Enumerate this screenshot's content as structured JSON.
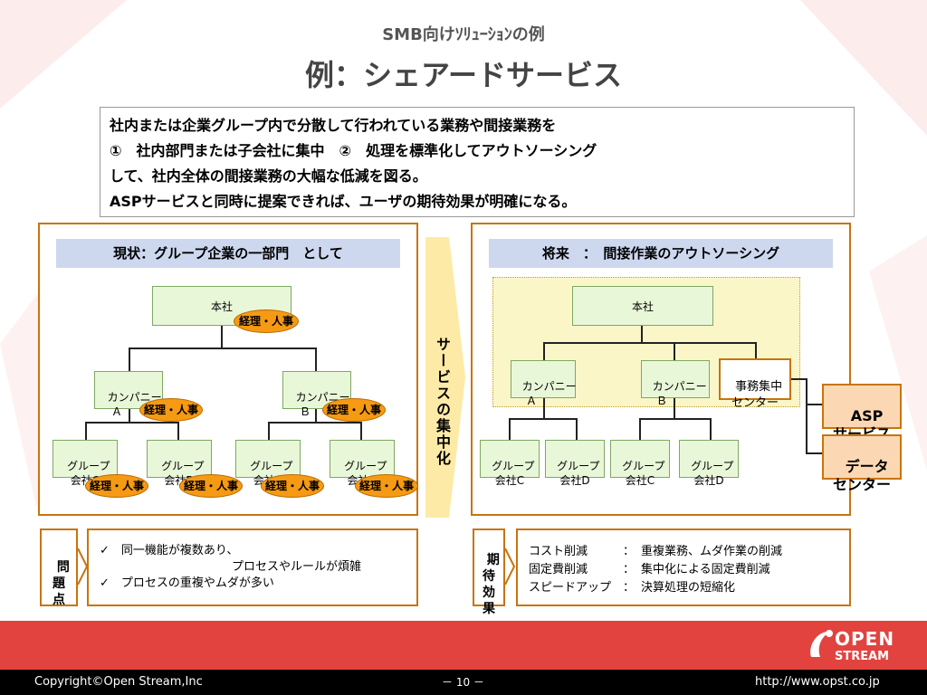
{
  "header": {
    "subtitle": "SMB向けｿﾘｭｰｼｮﾝの例",
    "title": "例：シェアードサービス"
  },
  "summary": {
    "text": "社内または企業グループ内で分散して行われている業務や間接業務を\n①　社内部門または子会社に集中　②　処理を標準化してアウトソーシング\nして、社内全体の間接業務の大幅な低減を図る。\nASPサービスと同時に提案できれば、ユーザの期待効果が明確になる。"
  },
  "left_panel": {
    "heading": "現状：グループ企業の一部門　として",
    "hq": "本社",
    "hq_badge": "経理・人事",
    "company_a": "カンパニー\n　Ａ",
    "company_a_badge": "経理・人事",
    "company_b": "カンパニー\n　Ｂ",
    "company_b_badge": "経理・人事",
    "groups": [
      "グループ\n会社C",
      "グループ\n会社D",
      "グループ\n会社C",
      "グループ\n会社D"
    ],
    "group_badges": [
      "経理・人事",
      "経理・人事",
      "経理・人事",
      "経理・人事"
    ]
  },
  "arrow": {
    "label": "サービスの集中化"
  },
  "right_panel": {
    "heading": "将来　：　間接作業のアウトソーシング",
    "hq": "本社",
    "company_a": "カンパニー\n　Ａ",
    "company_b": "カンパニー\n　Ｂ",
    "center": "事務集中\nセンター",
    "groups": [
      "グループ\n会社C",
      "グループ\n会社D",
      "グループ\n会社C",
      "グループ\n会社D"
    ],
    "asp": "ASP\nサービス",
    "datacenter": "データ\nセンター"
  },
  "problems": {
    "tag": "問\n題\n点",
    "items": [
      "✓　同一機能が複数あり、",
      "プロセスやルールが煩雑",
      "✓　プロセスの重複やムダが多い"
    ]
  },
  "effects": {
    "tag": "期\n待\n効\n果",
    "rows": [
      {
        "k": "コスト削減",
        "sep": "：",
        "v": "重複業務、ムダ作業の削減"
      },
      {
        "k": "固定費削減",
        "sep": "：",
        "v": "集中化による固定費削減"
      },
      {
        "k": "スピードアップ",
        "sep": "：",
        "v": "決算処理の短縮化"
      }
    ]
  },
  "footer": {
    "copyright": "Copyright©Open Stream,Inc",
    "page": "－ 10 －",
    "url": "http://www.opst.co.jp",
    "logo_open": "OPEN",
    "logo_stream": "STREAM"
  },
  "colors": {
    "accent_orange": "#c8740e",
    "badge_orange": "#f59a12",
    "node_green": "#e9f7d9",
    "heading_blue": "#cdd8ef",
    "footer_red": "#e2433f"
  }
}
